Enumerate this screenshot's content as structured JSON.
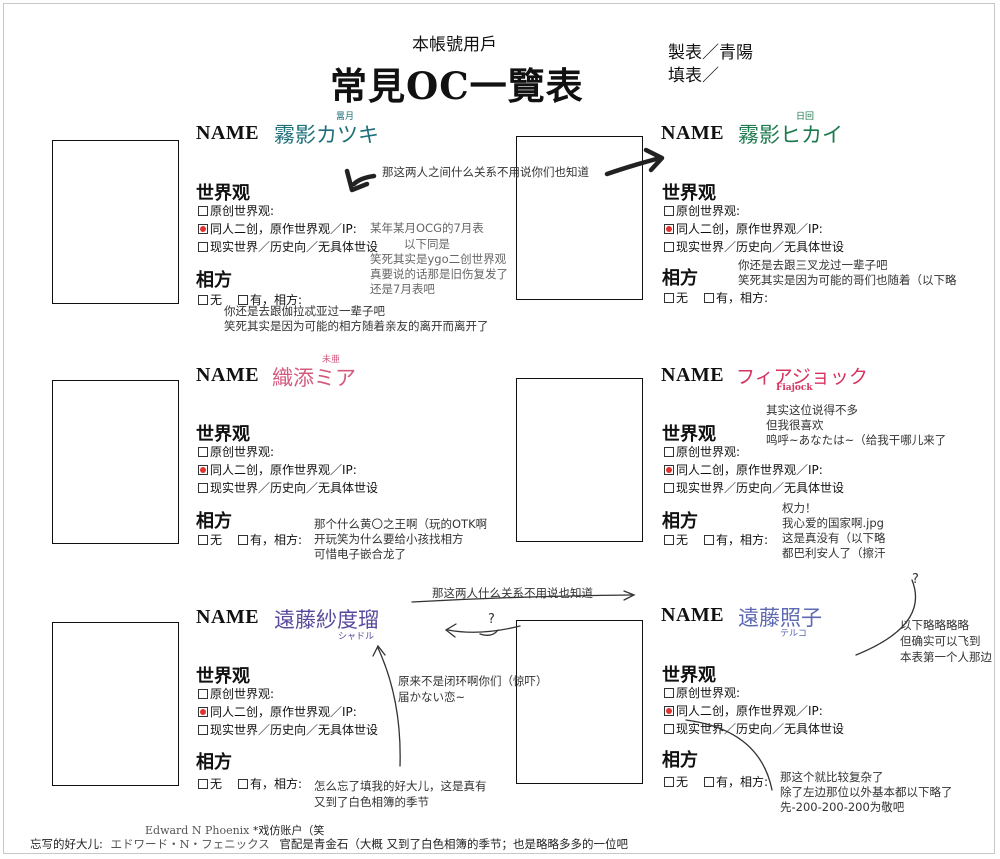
{
  "header": {
    "subtitle": "本帳號用戶",
    "title": "常見OC一覽表",
    "maker": "製表／青陽",
    "filler": "填表／"
  },
  "labels": {
    "name": "NAME",
    "worldview": "世界观",
    "original_world": "原创世界观:",
    "fan_work": "同人二创，原作世界观／IP:",
    "real_world": "现实世界／历史向／无具体世设",
    "partner": "相方",
    "none": "无",
    "has": "有，相方:"
  },
  "cards": [
    {
      "name": "霧影カツキ",
      "ruby": "暠月",
      "name_color": "#1d6f7a",
      "fan_ip_note": "某年某月OCG的7月表",
      "side_note": [
        "以下同是",
        "笑死其实是ygo二创世界观",
        "真要说的话那是旧伤复发了",
        "还是7月表吧"
      ],
      "partner_note": [
        "你还是去跟伽拉忒亚过一辈子吧",
        "笑死其实是因为可能的相方随着亲友的离开而离开了"
      ]
    },
    {
      "name": "霧影ヒカイ",
      "ruby": "日回",
      "name_color": "#1c7a4e",
      "partner_note": [
        "你还是去跟三叉龙过一辈子吧",
        "笑死其实是因为可能的哥们也随着（以下略"
      ]
    },
    {
      "name": "織添ミア",
      "ruby": "未亜",
      "name_color": "#d45a7e",
      "partner_note": [
        "那个什么黄〇之王啊（玩的OTK啊",
        "开玩笑为什么要给小孩找相方",
        "可惜电子嵌合龙了"
      ]
    },
    {
      "name": "フィアジョック",
      "ruby": "Fiajock",
      "name_color": "#d6335f",
      "world_note": [
        "其实这位说得不多",
        "但我很喜欢",
        "鸣呼~あなたは~（给我干哪儿来了"
      ],
      "partner_note": [
        "权力！",
        "我心爱的国家啊.jpg",
        "这是真没有（以下略",
        "都巴利安人了（擦汗"
      ]
    },
    {
      "name": "遠藤紗度瑠",
      "ruby": "シャドル",
      "name_color": "#5a4a9c",
      "world_note": [
        "原来不是闭环啊你们（惊吓）",
        "届かない恋~"
      ],
      "partner_note": [
        "怎么忘了填我的好大儿，这是真有",
        "又到了白色相簿的季节"
      ]
    },
    {
      "name": "遠藤照子",
      "ruby": "テルコ",
      "name_color": "#5d69b0",
      "side_note": [
        "以下略略略略",
        "但确实可以飞到",
        "本表第一个人那边"
      ],
      "partner_note": [
        "那这个就比较复杂了",
        "除了左边那位以外基本都以下略了",
        "先-200-200-200为敬吧"
      ]
    }
  ],
  "arrow_notes": {
    "top": "那这两人之间什么关系不用说你们也知道",
    "middle": "那这两人什么关系不用说也知道",
    "question_marks": "?"
  },
  "footer": {
    "en_name": "Edward N Phoenix",
    "account_note": "*戏仿账户（笑",
    "lead": "忘写的好大儿:",
    "katakana": "エドワード・N・フェニックス",
    "desc": "官配是青金石（大概  又到了白色相簿的季节；也是略略多多的一位吧"
  }
}
